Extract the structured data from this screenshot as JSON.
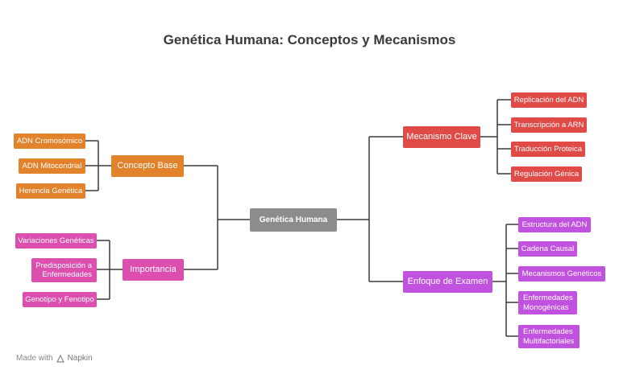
{
  "title": "Genética Humana: Conceptos y Mecanismos",
  "root": "Genética Humana",
  "branches": {
    "concepto_base": {
      "label": "Concepto Base",
      "items": [
        "ADN Cromosómico",
        "ADN Mitocondrial",
        "Herencia Genética"
      ]
    },
    "importancia": {
      "label": "Importancia",
      "items": [
        "Variaciones Genéticas",
        "Predisposición a Enfermedades",
        "Genotipo y Fenotipo"
      ]
    },
    "mecanismo_clave": {
      "label": "Mecanismo Clave",
      "items": [
        "Replicación del ADN",
        "Transcripción a ARN",
        "Traducción Proteica",
        "Regulación Génica"
      ]
    },
    "enfoque_examen": {
      "label": "Enfoque de Examen",
      "items": [
        "Estructura del ADN",
        "Cadena Causal",
        "Mecanismos Genéticos",
        "Enfermedades Monogénicas",
        "Enfermedades Multifactoriales"
      ]
    }
  },
  "footer": {
    "made_with": "Made with",
    "brand": "Napkin"
  },
  "colors": {
    "root": "#8c8c8c",
    "concepto_base": "#e2832b",
    "importancia": "#dc4fae",
    "mecanismo_clave": "#e04b48",
    "enfoque_examen": "#c052df",
    "connector": "#3a3a3a"
  }
}
